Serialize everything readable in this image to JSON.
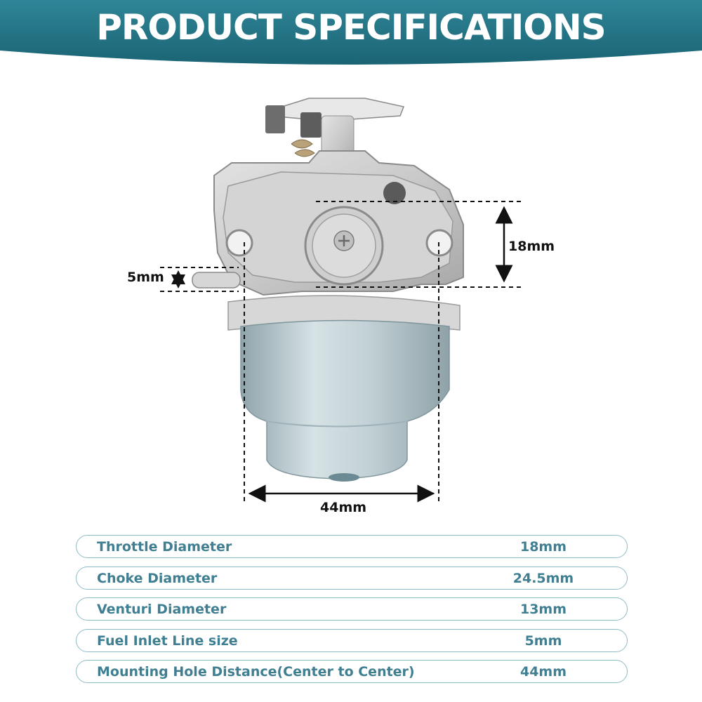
{
  "header": {
    "title": "PRODUCT SPECIFICATIONS",
    "colors": {
      "banner": "#1f6f82",
      "banner_light": "#4b9fae"
    }
  },
  "figure": {
    "subject": "carburetor-illustration",
    "dimensions": {
      "throttle": "18mm",
      "fuel_inlet": "5mm",
      "mounting": "44mm"
    }
  },
  "specs": [
    {
      "label": "Throttle Diameter",
      "value": "18mm"
    },
    {
      "label": "Choke Diameter",
      "value": "24.5mm"
    },
    {
      "label": "Venturi Diameter",
      "value": "13mm"
    },
    {
      "label": "Fuel Inlet Line size",
      "value": "5mm"
    },
    {
      "label": "Mounting Hole Distance(Center to Center)",
      "value": "44mm"
    }
  ],
  "colors": {
    "spec_text": "#3f7f91",
    "spec_border": "#8fbcc6"
  }
}
